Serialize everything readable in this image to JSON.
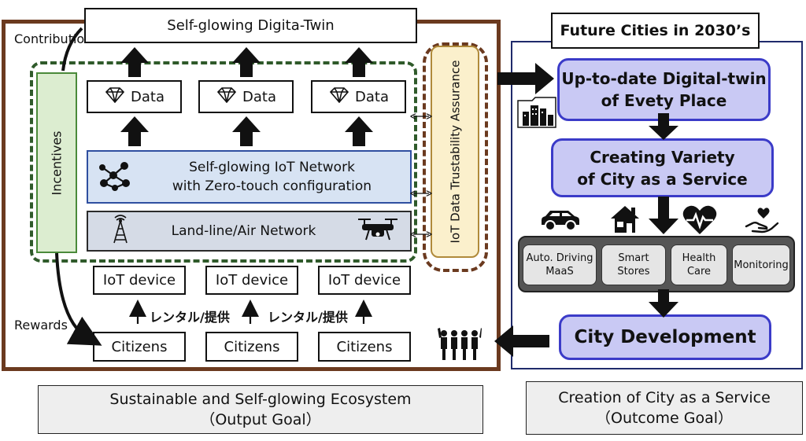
{
  "left": {
    "top_title": "Self-glowing Digita-Twin",
    "contribution": "Contribution",
    "rewards": "Rewards",
    "incentives": "Incentives",
    "data_label": "Data",
    "iot_network_line1": "Self-glowing IoT Network",
    "iot_network_line2": "with Zero-touch configuration",
    "landline": "Land-line/Air Network",
    "assurance": "IoT Data Trustability Assurance",
    "iot_device": "IoT device",
    "rental": "レンタル/提供",
    "citizens": "Citizens",
    "goal_line1": "Sustainable and Self-glowing Ecosystem",
    "goal_line2": "（Output Goal）"
  },
  "right": {
    "title": "Future Cities in 2030’s",
    "twin_line1": "Up-to-date Digital-twin",
    "twin_line2": "of Evety Place",
    "variety_line1": "Creating Variety",
    "variety_line2": "of City as a Service",
    "services": [
      {
        "line1": "Auto. Driving",
        "line2": "MaaS"
      },
      {
        "line1": "Smart",
        "line2": "Stores"
      },
      {
        "line1": "Health",
        "line2": "Care"
      },
      {
        "line1": "Monitoring",
        "line2": ""
      }
    ],
    "city_dev": "City Development",
    "goal_line1": "Creation of City as a Service",
    "goal_line2": "（Outcome Goal）"
  },
  "colors": {
    "brown_frame": "#6b3a1f",
    "navy_frame": "#1f2a6b",
    "dashed_green": "#2f5a2a",
    "incentive_fill": "#dcedd0",
    "incentive_border": "#4a8a3a",
    "assurance_fill": "#fbf0cc",
    "network_fill": "#d7e3f3",
    "network_border": "#2f4fa0",
    "lavender": "#c9c9f4",
    "lavender_border": "#3b3bc8"
  }
}
